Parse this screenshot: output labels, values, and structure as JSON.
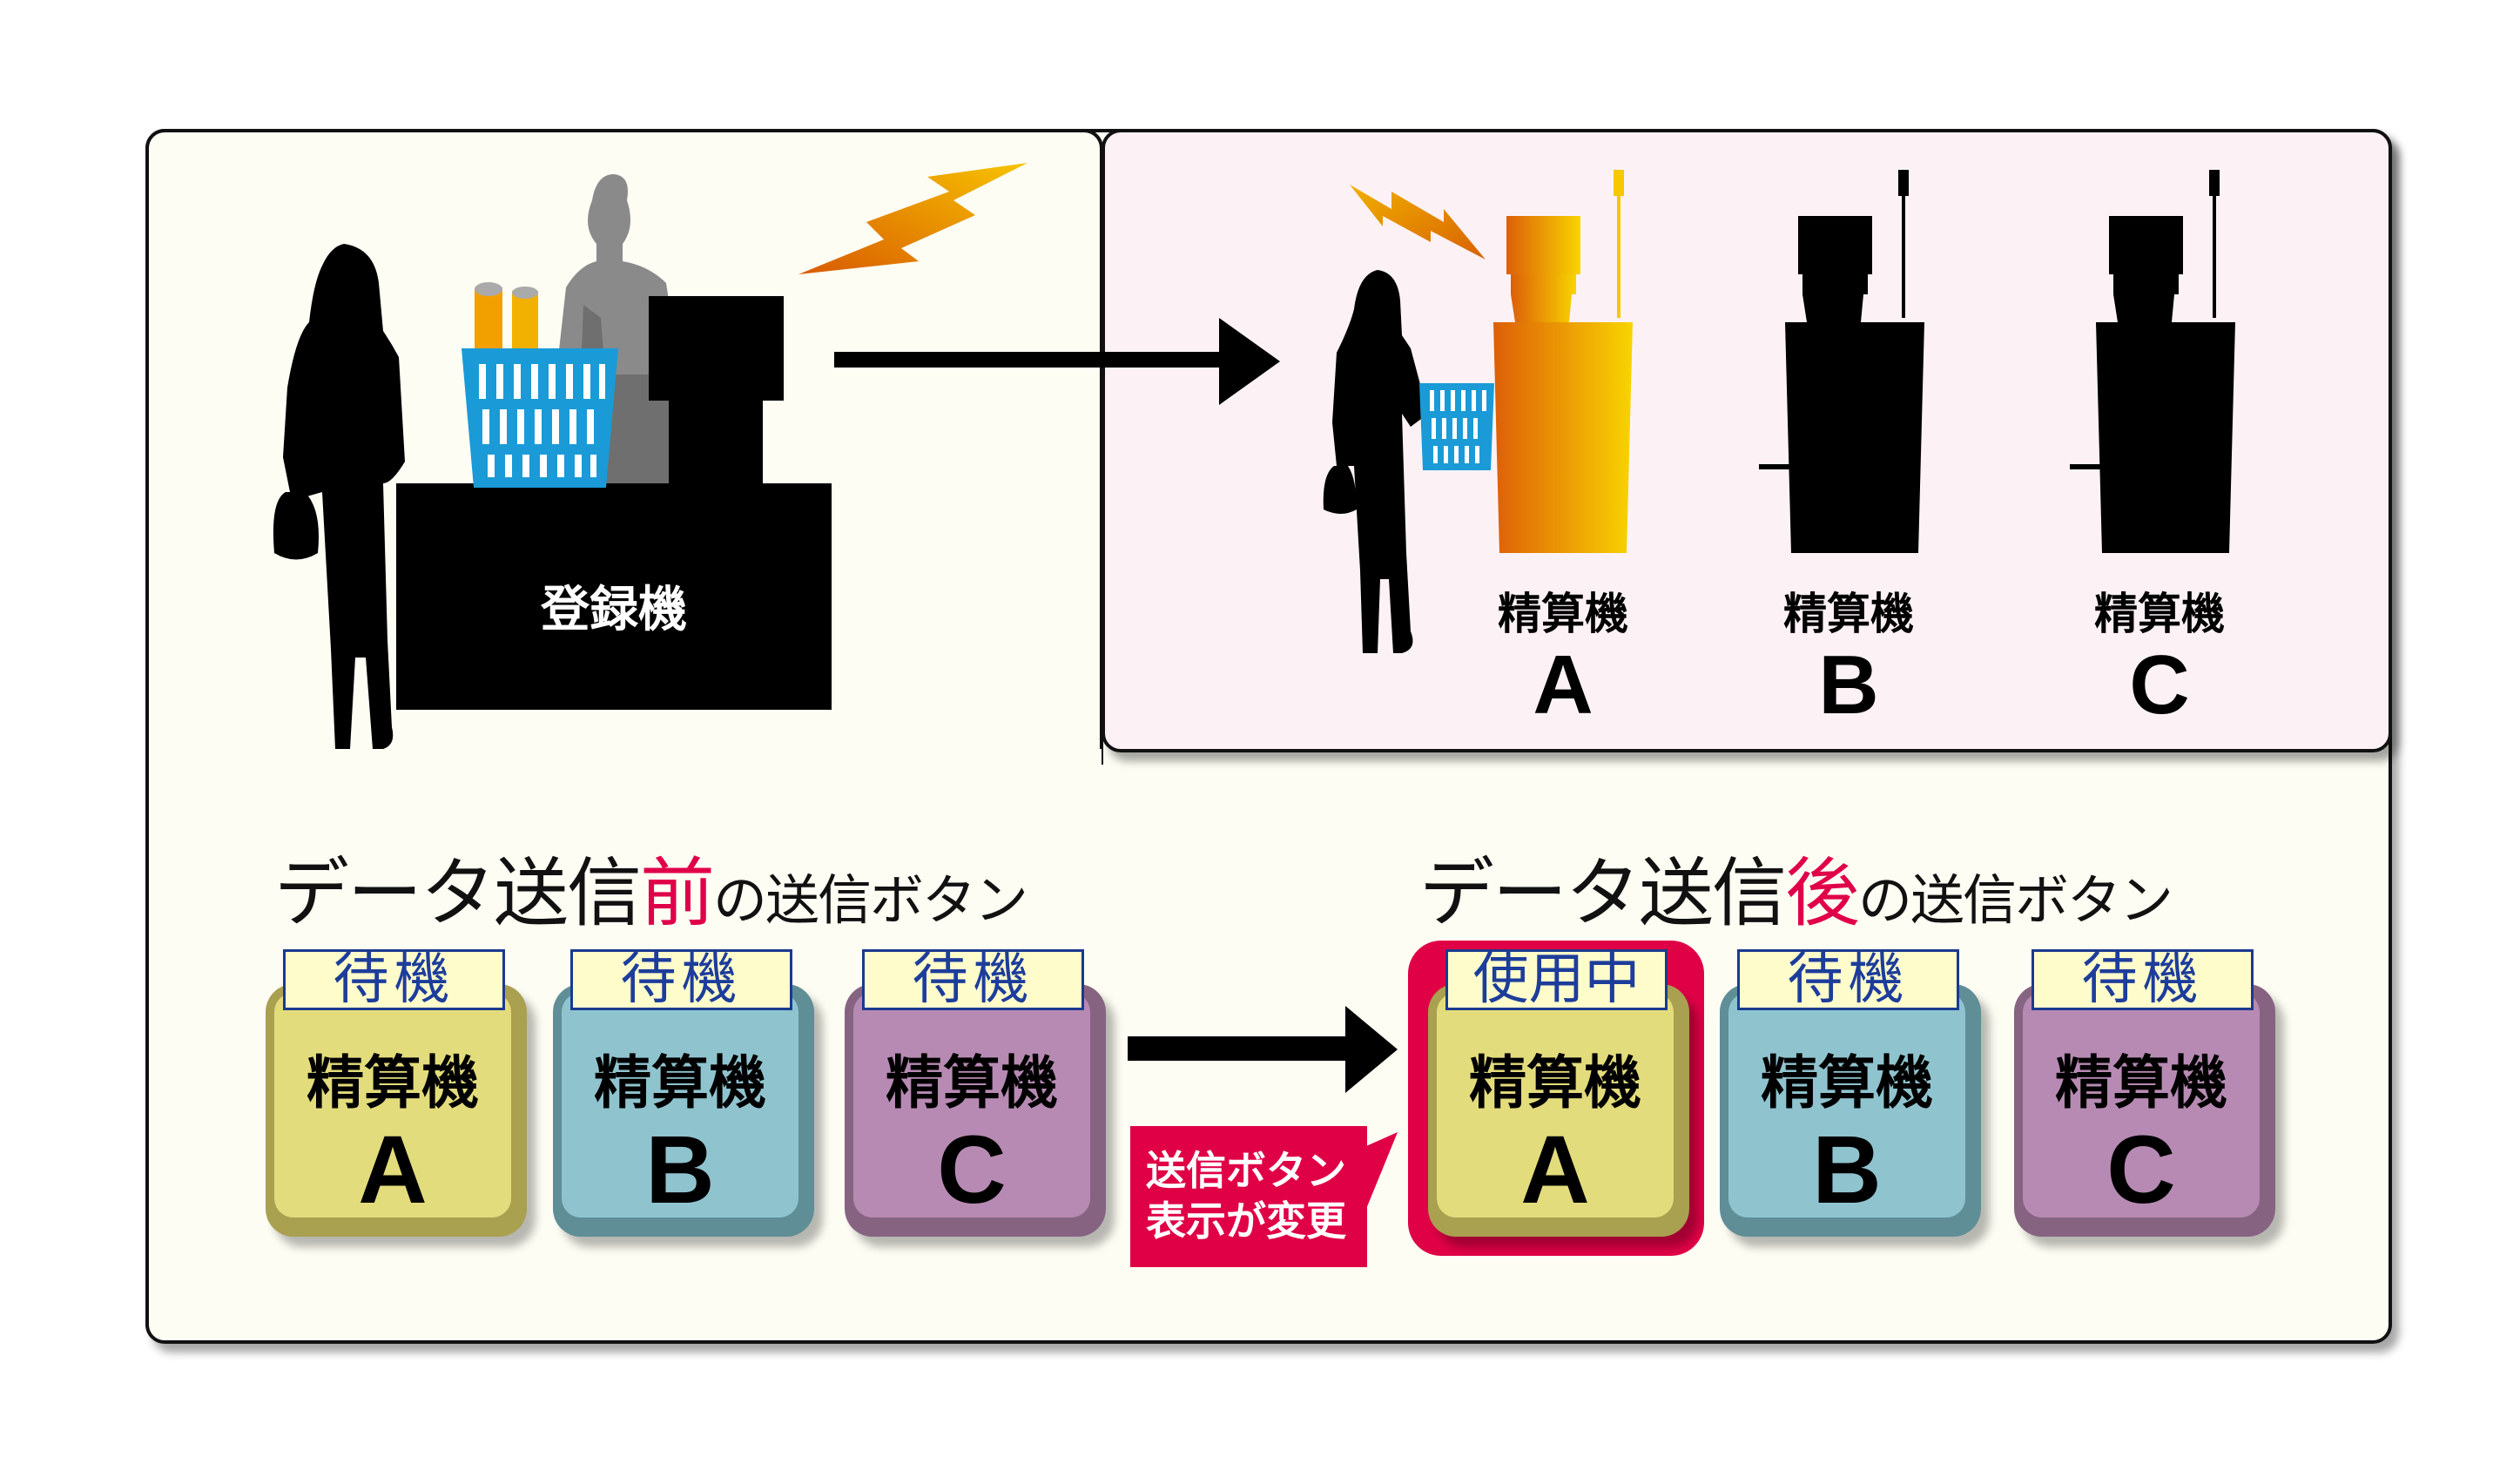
{
  "colors": {
    "panel_background": "#fdfdf4",
    "checkout_area_background": "#fcf2f6",
    "accent_red": "#e00046",
    "status_text_blue": "#1d3d9b",
    "status_bg": "#fffccc",
    "machine_active_gradient": [
      "#e06a0a",
      "#f2c000"
    ],
    "button_a": "#e3dc7c",
    "button_b": "#8fc4cf",
    "button_c": "#b78ab3"
  },
  "register": {
    "label": "登録機"
  },
  "checkout_machines": [
    {
      "label": "精算機",
      "letter": "A",
      "state": "active"
    },
    {
      "label": "精算機",
      "letter": "B",
      "state": "idle"
    },
    {
      "label": "精算機",
      "letter": "C",
      "state": "idle"
    }
  ],
  "before": {
    "heading_prefix": "データ送信",
    "heading_highlight": "前",
    "heading_suffix": "の送信ボタン",
    "buttons": [
      {
        "status": "待機",
        "label": "精算機",
        "letter": "A",
        "color": "yellow"
      },
      {
        "status": "待機",
        "label": "精算機",
        "letter": "B",
        "color": "teal"
      },
      {
        "status": "待機",
        "label": "精算機",
        "letter": "C",
        "color": "purple"
      }
    ]
  },
  "after": {
    "heading_prefix": "データ送信",
    "heading_highlight": "後",
    "heading_suffix": "の送信ボタン",
    "buttons": [
      {
        "status": "使用中",
        "label": "精算機",
        "letter": "A",
        "color": "yellow",
        "highlighted": true
      },
      {
        "status": "待機",
        "label": "精算機",
        "letter": "B",
        "color": "teal"
      },
      {
        "status": "待機",
        "label": "精算機",
        "letter": "C",
        "color": "purple"
      }
    ]
  },
  "callout": {
    "line1": "送信ボタン",
    "line2": "表示が変更"
  },
  "icons": [
    "woman-silhouette-icon",
    "clerk-silhouette-icon",
    "shopping-basket-icon",
    "lightning-bolt-icon",
    "checkout-machine-icon",
    "arrow-right-icon"
  ]
}
